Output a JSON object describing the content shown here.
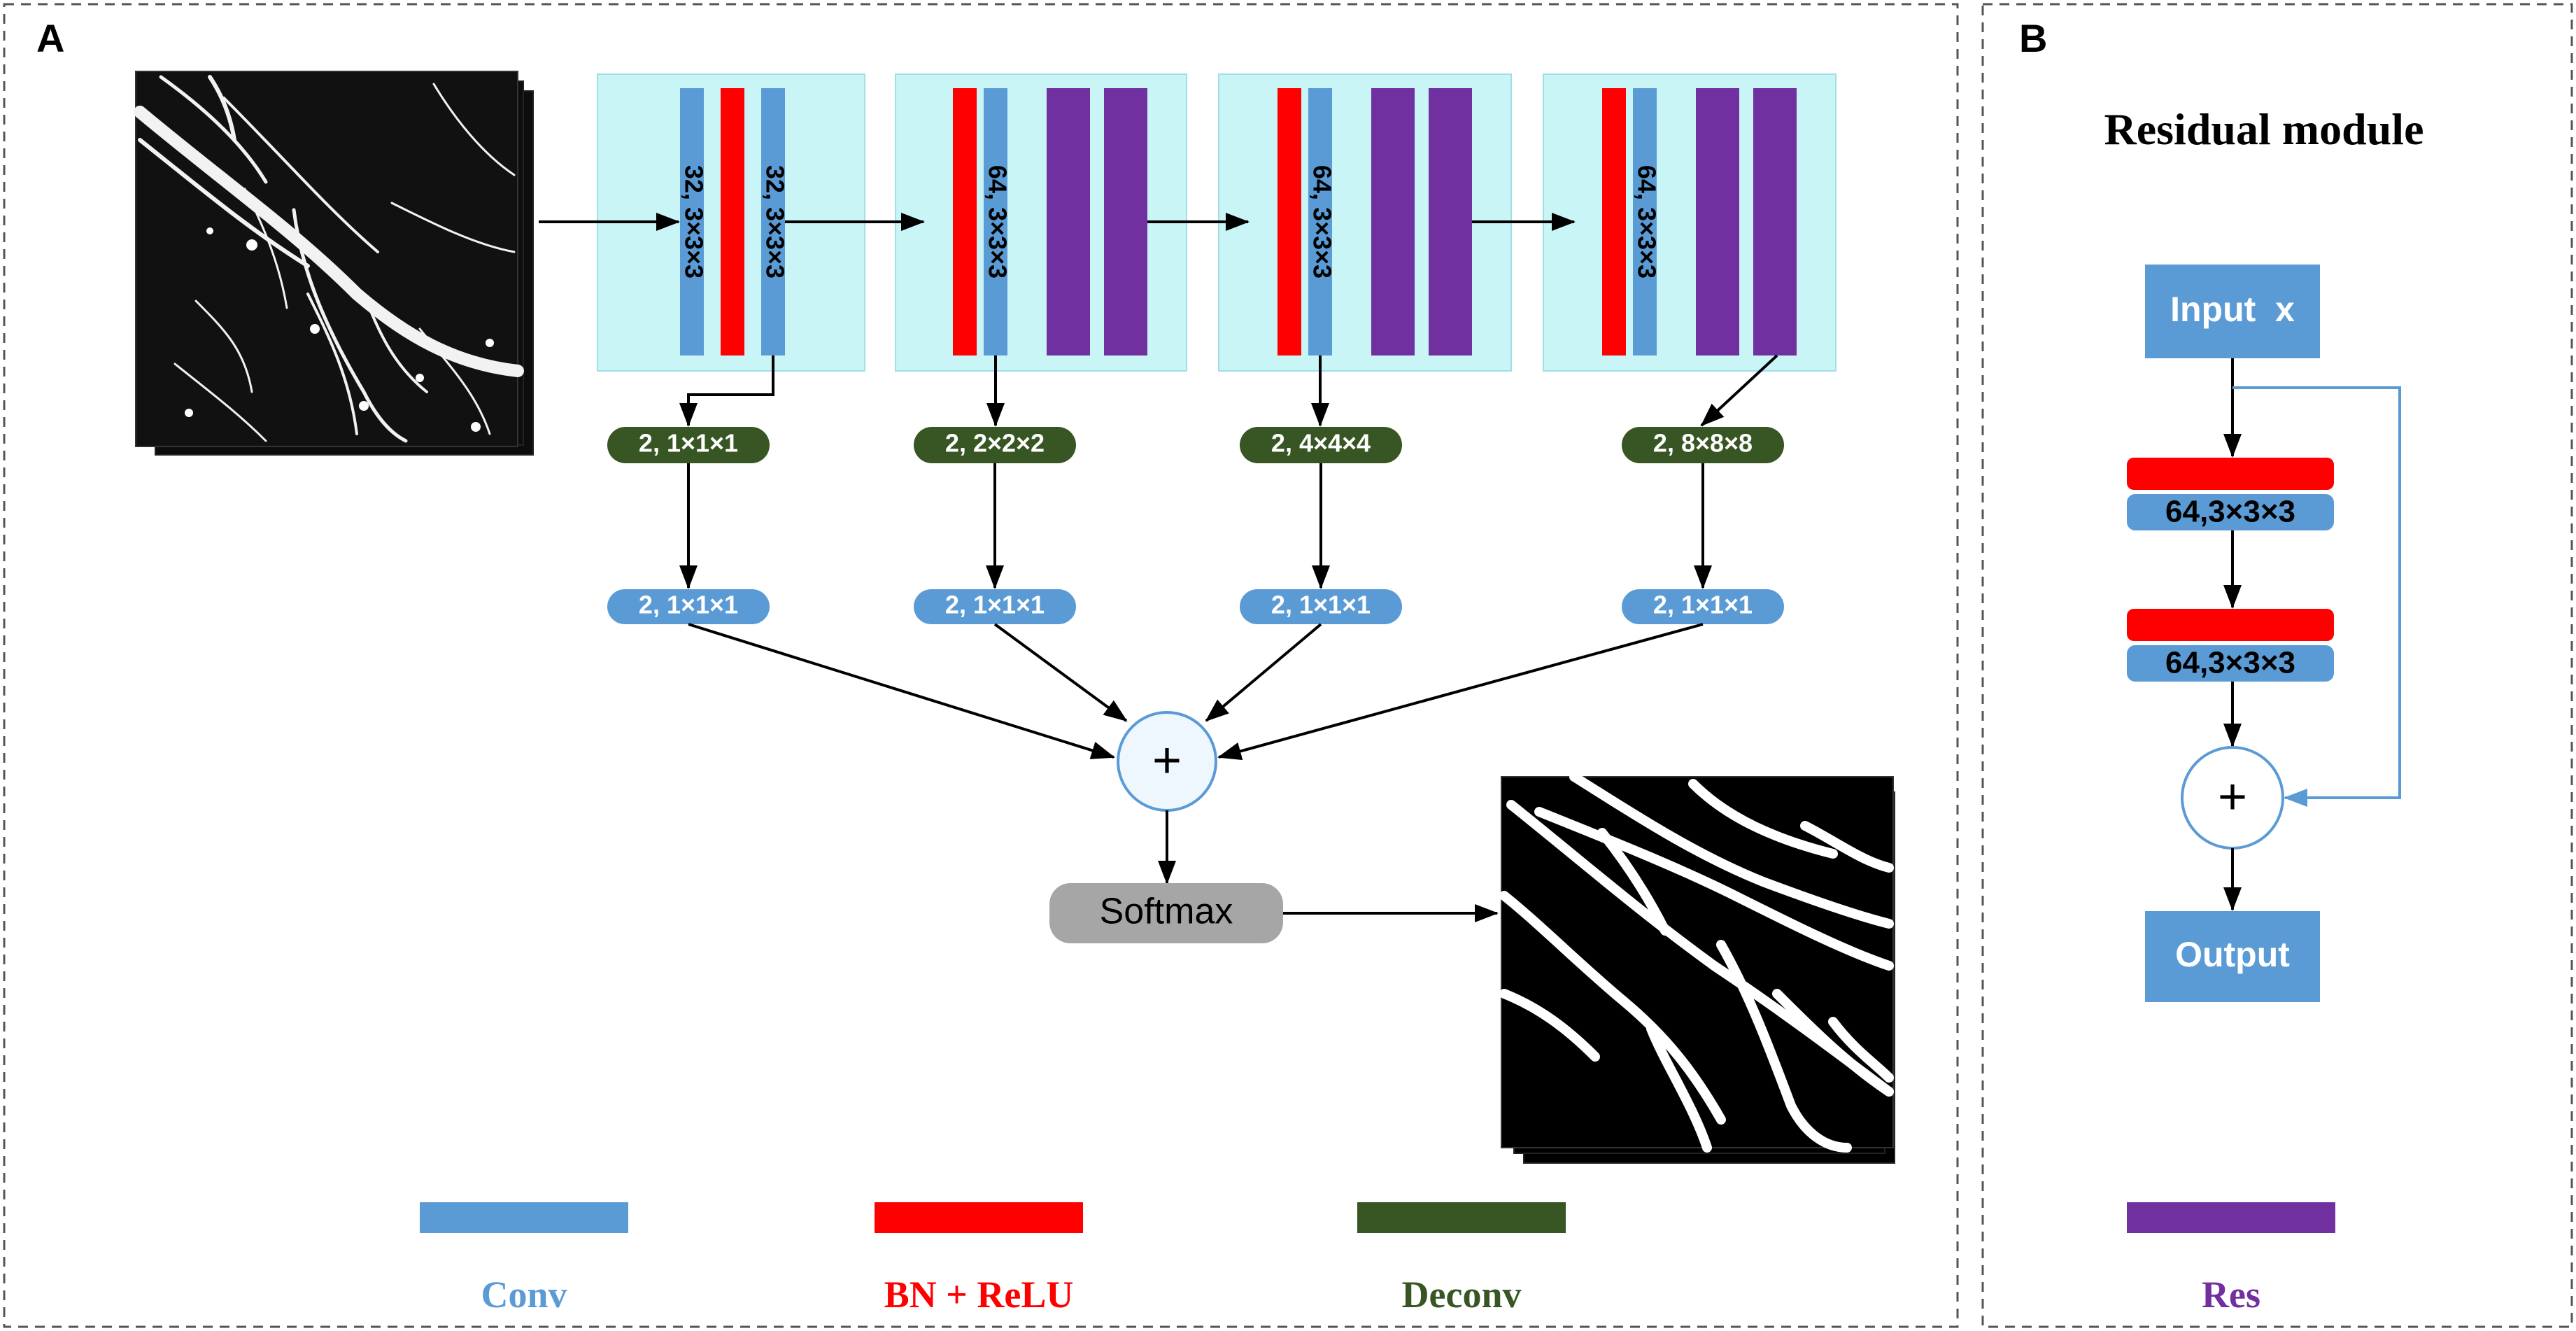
{
  "panel_a": {
    "letter": "A",
    "conv_labels": [
      "32, 3×3×3",
      "32, 3×3×3",
      "64, 3×3×3",
      "64, 3×3×3",
      "64, 3×3×3"
    ],
    "deconv_labels": [
      "2, 1×1×1",
      "2, 2×2×2",
      "2, 4×4×4",
      "2, 8×8×8"
    ],
    "conv1_labels": [
      "2, 1×1×1",
      "2, 1×1×1",
      "2, 1×1×1",
      "2, 1×1×1"
    ],
    "plus": "+",
    "softmax": "Softmax"
  },
  "panel_b": {
    "letter": "B",
    "title": "Residual module",
    "input": "Input  x",
    "conv_labels": [
      "64,3×3×3",
      "64,3×3×3"
    ],
    "plus": "+",
    "output": "Output"
  },
  "legend": [
    {
      "label": "Conv",
      "color": "#5b9bd5"
    },
    {
      "label": "BN + ReLU",
      "color": "#ff0000"
    },
    {
      "label": "Deconv",
      "color": "#375623"
    },
    {
      "label": "Res",
      "color": "#7030a0"
    }
  ],
  "colors": {
    "conv": "#5b9bd5",
    "bn_relu": "#ff0000",
    "deconv": "#375623",
    "res": "#7030a0",
    "stage_bg": "#c9f5f7",
    "softmax": "#a6a6a6"
  }
}
